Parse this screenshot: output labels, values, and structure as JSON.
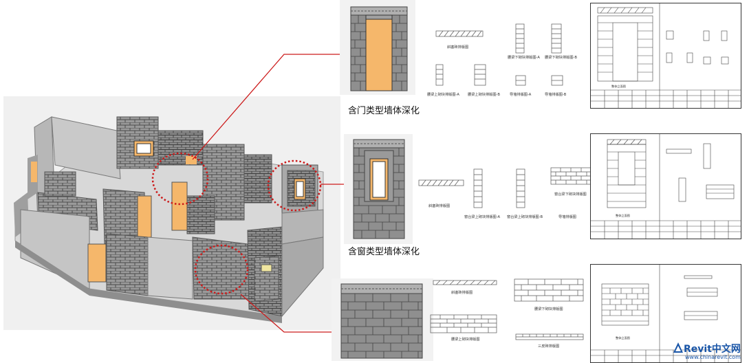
{
  "captions": {
    "door": "含门类型墙体深化",
    "window": "含窗类型墙体深化"
  },
  "watermark": {
    "brand": "Revit中文网",
    "url": "www.chinarevit.com"
  },
  "row1": {
    "top_brick": "斜塞砖排版图",
    "lintel_lower_a": "腰梁下砌块排版图-A",
    "lintel_lower_b": "腰梁下砌块排版图-B",
    "lintel_upper_a": "腰梁上砌块排版图-A",
    "lintel_upper_b": "腰梁上砌块排版图-B",
    "guide_a": "导墙排版图-A",
    "guide_b": "导墙排版图-B",
    "sheet_title": "整体立面图"
  },
  "row2": {
    "top_brick": "斜塞砖排版图",
    "sill_upper_a": "窗台梁上砌块排版图-A",
    "sill_upper_b": "窗台梁上砌块排版图-B",
    "sill_lower": "窗台梁下砌块排版图",
    "guide": "导墙排版图",
    "sheet_title": "整体立面图"
  },
  "row3": {
    "top_brick": "斜塞砖排版图",
    "lintel_lower": "腰梁下砌块排版图",
    "lintel_upper": "腰梁上砌块排版图",
    "three_skin": "三皮砖排版图",
    "sheet_title": "整体立面图"
  },
  "colors": {
    "accent_red": "#cc1a1a",
    "infill_orange": "#f5b76b",
    "brand_blue": "#1a56a8"
  }
}
